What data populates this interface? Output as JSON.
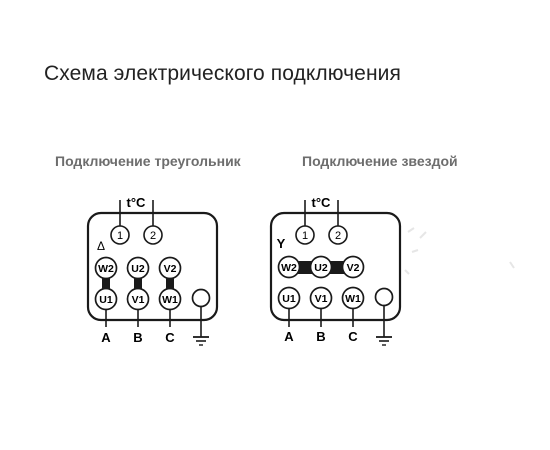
{
  "title": "Схема электрического подключения",
  "delta": {
    "caption": "Подключение треугольник",
    "symbol": "Δ",
    "temp": "t°C",
    "thermo": [
      "1",
      "2"
    ],
    "top_row": [
      "W2",
      "U2",
      "V2"
    ],
    "bottom_row": [
      "U1",
      "V1",
      "W1"
    ],
    "phases": [
      "A",
      "B",
      "C"
    ]
  },
  "star": {
    "caption": "Подключение звездой",
    "symbol": "Y",
    "temp": "t°C",
    "thermo": [
      "1",
      "2"
    ],
    "top_row": [
      "W2",
      "U2",
      "V2"
    ],
    "bottom_row": [
      "U1",
      "V1",
      "W1"
    ],
    "phases": [
      "A",
      "B",
      "C"
    ]
  }
}
